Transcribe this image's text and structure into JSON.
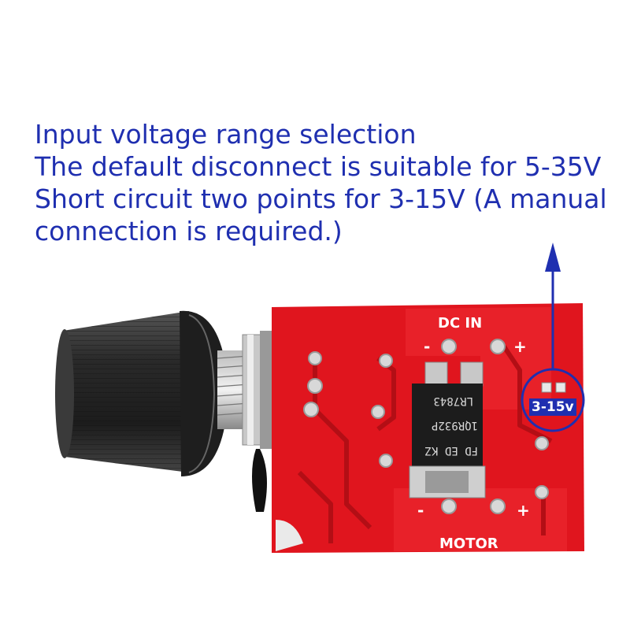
{
  "caption": {
    "lines": [
      "Input voltage range selection",
      "The default disconnect is suitable for 5-35V",
      "Short circuit two points for 3-15V (A manual",
      "connection is required.)"
    ]
  },
  "board": {
    "label_dc_in": "DC IN",
    "label_motor": "MOTOR",
    "label_minus": "-",
    "label_plus": "+",
    "chip_line1": "FD ED KZ",
    "chip_line2": "1QR932P",
    "chip_line3": "LR7843",
    "callout_label": "3-15v"
  },
  "colors": {
    "caption_text": "#1f2fb0",
    "pcb_red": "#e0151e",
    "callout_ring": "#1f2fb0",
    "knob": "#2a2a2a"
  }
}
